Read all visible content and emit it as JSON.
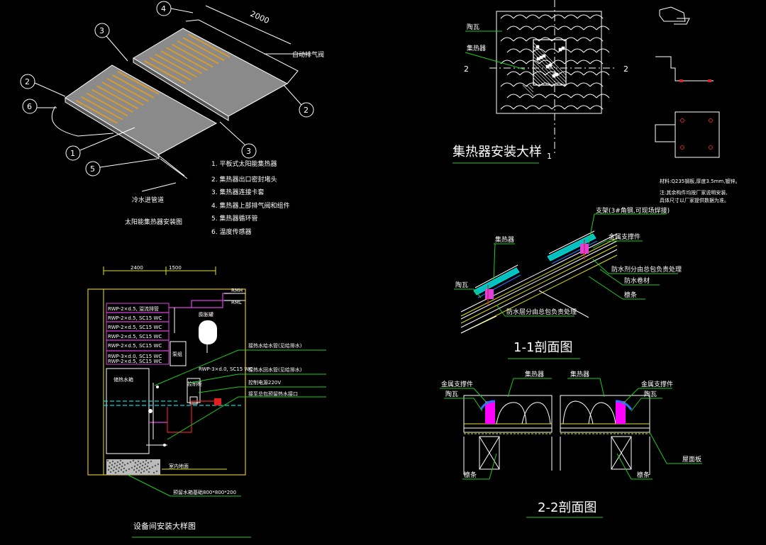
{
  "solar_layout": {
    "dimension": "2000",
    "auto_vent_label": "自动排气阀",
    "callouts": [
      "1",
      "2",
      "2",
      "3",
      "3",
      "4",
      "5",
      "6"
    ],
    "pipe_label": "冷水进管道",
    "title": "太阳能集热器安装图",
    "legend": [
      "1. 平板式太阳能集热器",
      "2. 集热器出口密封堵头",
      "3. 集热器连接卡套",
      "4. 集热器上部排气阀和组件",
      "5. 集热器循环管",
      "6. 温度传感器"
    ]
  },
  "install_detail": {
    "label_tile": "陶瓦",
    "label_collector": "集热器",
    "section_mark_left": "2",
    "section_mark_right": "2",
    "title": "集热器安装大样",
    "section_mark_bottom": "1",
    "note_line1": "材料:Q235钢板,厚度3.5mm,镀锌。",
    "note_line2": "注:其余构件均按厂家说明安装,",
    "note_line3": "具体尺寸以厂家提供数据为准。"
  },
  "section_11": {
    "bracket_label": "支架(3#角钢,可现场焊接)",
    "label_collector": "集热器",
    "label_metal_support": "金属支撑件",
    "label_tile": "陶瓦",
    "label_waterproof_1": "防水剂分由总包负责处理",
    "label_membrane": "防水卷材",
    "label_purlin": "檩条",
    "label_waterproof_2": "防水层分由总包负责处理",
    "title": "1-1剖面图"
  },
  "section_22": {
    "label_collector_left": "集热器",
    "label_collector_right": "集热器",
    "label_metal_left": "金属支撑件",
    "label_metal_right": "金属支撑件",
    "label_tile_left": "陶瓦",
    "label_tile_right": "陶瓦",
    "label_roof_panel": "屋面板",
    "label_purlin_left": "檩条",
    "label_purlin_right": "檩条",
    "title": "2-2剖面图"
  },
  "equipment_room": {
    "dim_1": "2400",
    "dim_2": "1500",
    "pipe_labels": [
      "RWP-2×d.5, 溢流排管",
      "RWP-2×d.5, SC15 WC",
      "RWP-2×d.5, SC15 WC",
      "RWP-2×d.5, SC15 WC",
      "RWP-2×d.5, SC15 WC",
      "RWP-3×d.0, SC15 WC",
      "RWP-2×d.5, SC15 WC"
    ],
    "rmh": "RMH",
    "rml": "RML",
    "expansion_tank": "膨胀罐",
    "tank_label": "储热水箱",
    "pump_label": "泵组",
    "controller": "控制柜",
    "drain_label": "室内地面",
    "callout_1": "接热水给水管(见给排水)",
    "callout_2": "接热水回水管(见给排水)",
    "callout_3": "控制电源220V",
    "callout_4": "接至总包预留热水接口",
    "small_label": "RWP-3×d.0, SC15 WC",
    "foundation": "预留水箱基础800*800*200",
    "title": "设备间安装大样图"
  }
}
